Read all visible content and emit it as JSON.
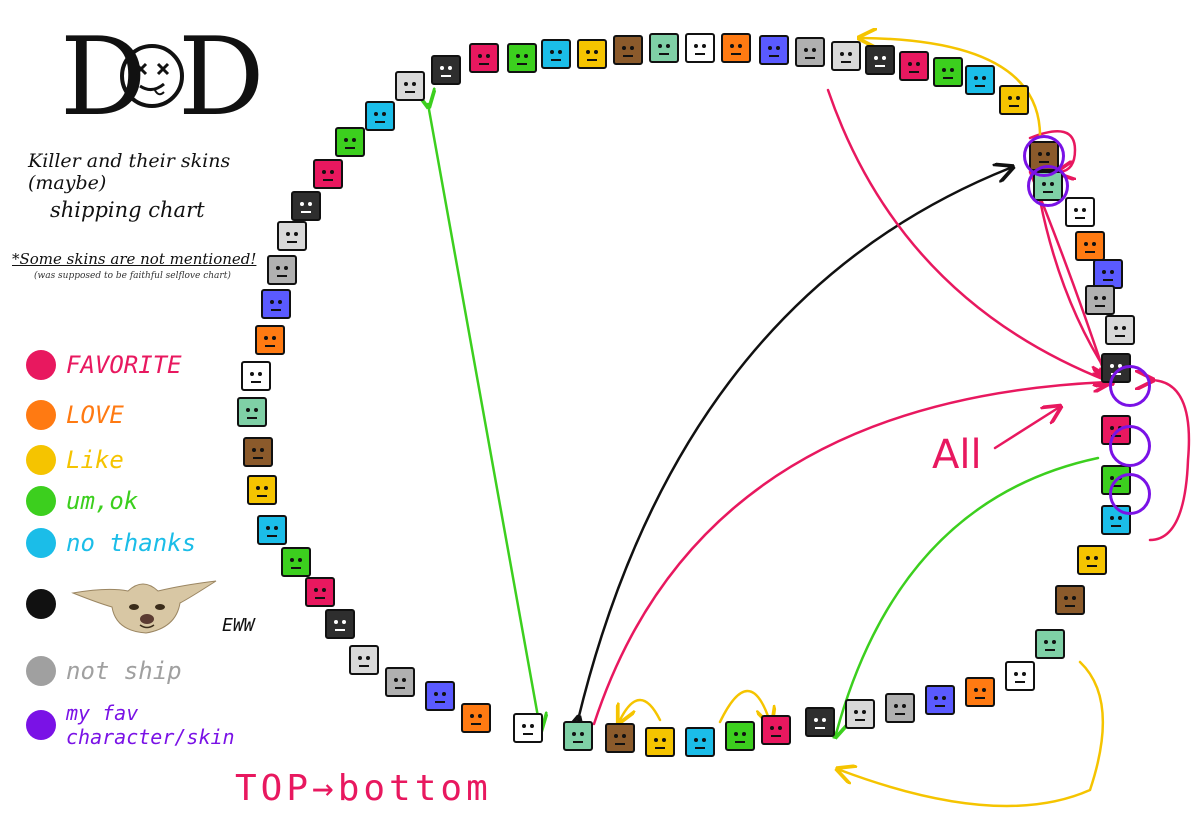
{
  "title": {
    "logo_letters": [
      "D",
      "D"
    ],
    "logo_icon": "x-eyed-face-icon",
    "subtitle_line1": "Killer and their skins (maybe)",
    "subtitle_line2": "shipping chart",
    "note_line1": "*Some skins are not mentioned!",
    "note_line2": "(was supposed to be faithful selflove chart)"
  },
  "legend": [
    {
      "label": "FAVORITE",
      "color": "#e8185f"
    },
    {
      "label": "LOVE",
      "color": "#ff7a12"
    },
    {
      "label": "Like",
      "color": "#f5c400"
    },
    {
      "label": "um,ok",
      "color": "#3ccf1e"
    },
    {
      "label": "no thanks",
      "color": "#1bbde8"
    },
    {
      "label": "EWW",
      "color": "#111111",
      "icon": "crying-cat-icon"
    },
    {
      "label": "not ship",
      "color": "#a0a0a0"
    },
    {
      "label": "my fav character/skin",
      "color": "#7a12e6"
    }
  ],
  "annotations": {
    "all_label": "All",
    "bottom_title": "TOP→bottom"
  },
  "colors": {
    "favorite": "#e8185f",
    "like": "#f5c400",
    "umok": "#3ccf1e",
    "eww": "#111111",
    "fav": "#7a12e6"
  }
}
